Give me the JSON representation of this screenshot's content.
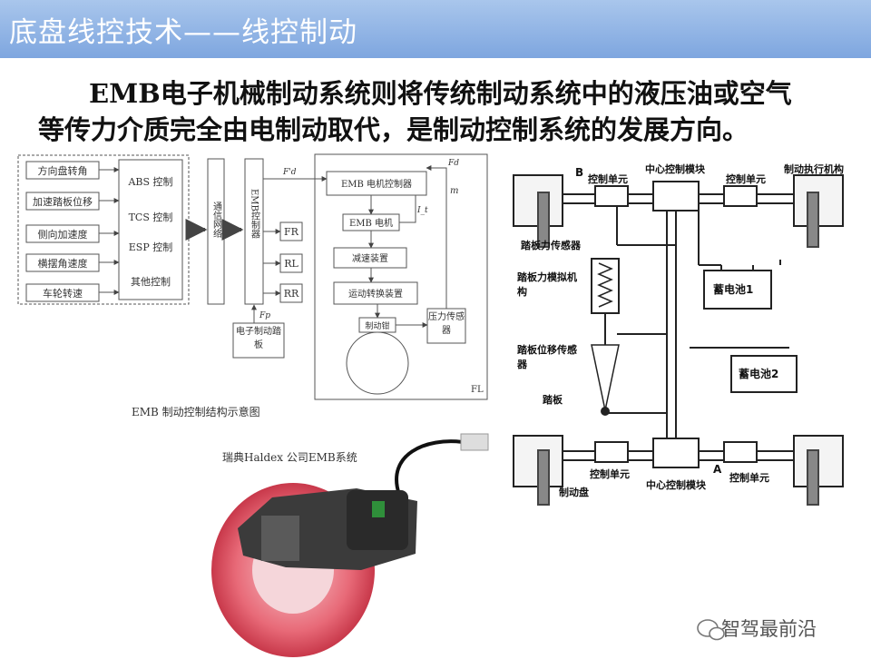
{
  "header": {
    "title": "底盘线控技术——线控制动"
  },
  "intro": {
    "line1": "EMB电子机械制动系统则将传统制动系统中的液压油或空气",
    "line2": "等传力介质完全由电制动取代，是制动控制系统的发展方向。"
  },
  "emb_diagram": {
    "inputs": [
      "方向盘转角",
      "加速踏板位移",
      "侧向加速度",
      "横摆角速度",
      "车轮转速"
    ],
    "controls": [
      "ABS 控制",
      "TCS 控制",
      "ESP 控制",
      "其他控制"
    ],
    "network": "通信网络",
    "controller": "EMB控制器",
    "wheels": [
      "FR",
      "RL",
      "RR"
    ],
    "pedal": "电子制动踏板",
    "fl_blocks": [
      "EMB 电机控制器",
      "EMB 电机",
      "减速装置",
      "运动转换装置",
      "制动钳",
      "压力传感器"
    ],
    "fl_label": "FL",
    "fd_label": "F'd",
    "fd2_label": "Fd",
    "fp_label": "Fp",
    "m_label": "m",
    "i_label": "I_t",
    "caption": "EMB 制动控制结构示意图"
  },
  "haldex_caption": "瑞典Haldex 公司EMB系统",
  "system_diagram": {
    "top_control_unit_left": "控制单元",
    "top_central_module": "中心控制模块",
    "top_control_unit_right": "控制单元",
    "actuator": "制动执行机构",
    "label_b": "B",
    "pedal_force_sensor": "踏板力传感器",
    "pedal_simulator": "踏板力模拟机构",
    "battery1": "蓄电池1",
    "pedal_position_sensor": "踏板位移传感器",
    "battery2": "蓄电池2",
    "pedal": "踏板",
    "bottom_control_unit_left": "控制单元",
    "bottom_central_module": "中心控制模块",
    "bottom_control_unit_right": "控制单元",
    "label_a": "A",
    "brake_disc": "制动盘"
  },
  "watermark": "智驾最前沿",
  "colors": {
    "header": "#8fb2e4",
    "disc": "#e85a6a"
  }
}
